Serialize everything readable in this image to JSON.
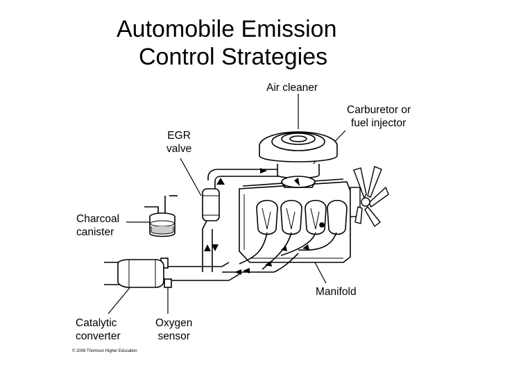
{
  "title": {
    "line1": "Automobile Emission",
    "line2": "Control Strategies"
  },
  "labels": {
    "air_cleaner": "Air cleaner",
    "carburetor_l1": "Carburetor or",
    "carburetor_l2": "fuel injector",
    "egr_l1": "EGR",
    "egr_l2": "valve",
    "charcoal_l1": "Charcoal",
    "charcoal_l2": "canister",
    "manifold": "Manifold",
    "catalytic_l1": "Catalytic",
    "catalytic_l2": "converter",
    "oxygen_l1": "Oxygen",
    "oxygen_l2": "sensor"
  },
  "copyright": "© 2006 Thomson Higher Education"
}
